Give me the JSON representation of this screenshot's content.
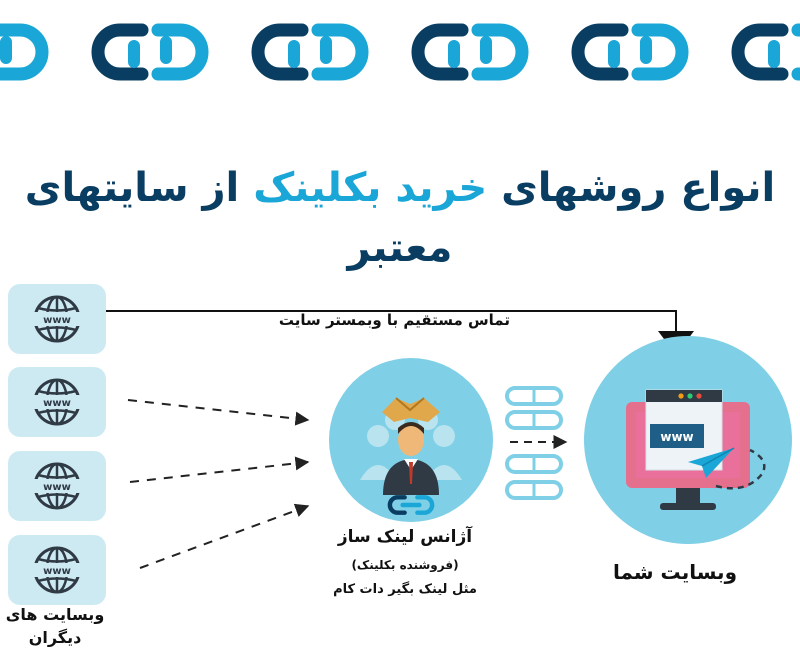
{
  "title": {
    "part1": "انواع روشهای ",
    "part2": "خرید بکلینک",
    "part3": " از سایتهای معتبر"
  },
  "colors": {
    "brand_dark": "#0a3d62",
    "brand_light": "#1aa6d6",
    "tile_bg": "#cdeaf3",
    "circle_bg": "#7fd0e6"
  },
  "icons": {
    "site_tile": "globe-www-icon",
    "agency": "businessman-group-icon",
    "target": "monitor-www-icon",
    "chain": "chain-link-icon",
    "send": "paper-plane-icon"
  },
  "diagram": {
    "direct_label": "تماس مستقیم با وبمستر سایت",
    "agency_name": "آژانس لینک ساز",
    "agency_sub": "(فروشنده بکلینک)",
    "agency_example": "مثل لینک بگیر دات کام",
    "your_site": "وبسایت شما",
    "others_line1": "وبسایت های",
    "others_line2": "دیگران",
    "browser_text": "www"
  }
}
